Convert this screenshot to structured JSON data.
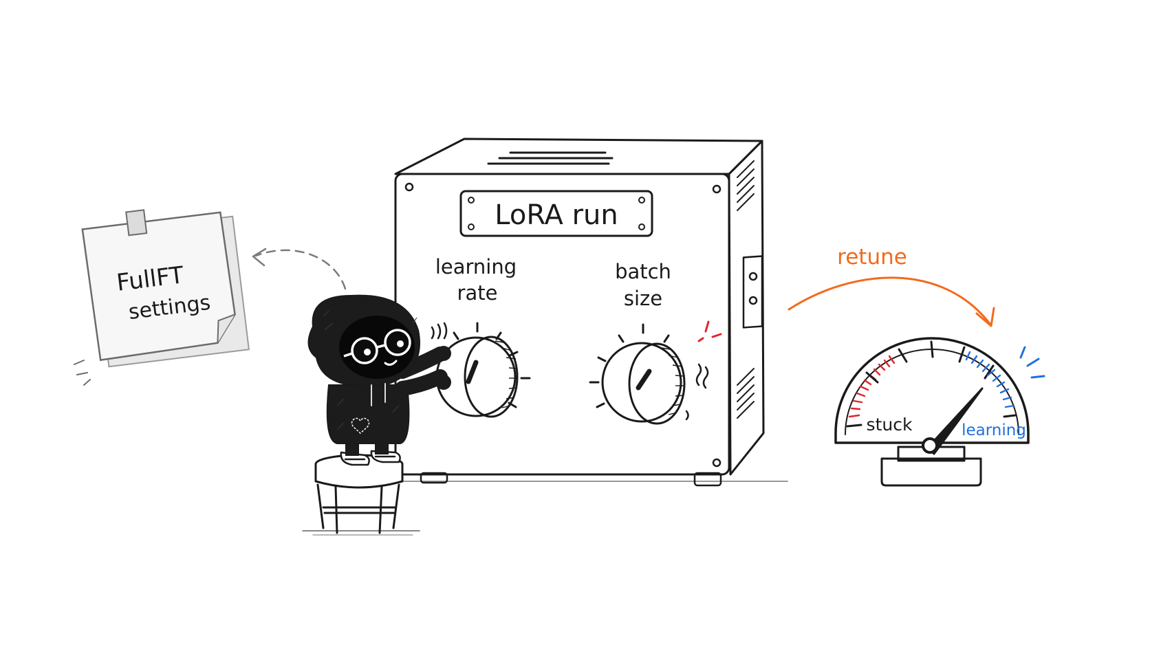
{
  "note": {
    "line1": "FullFT",
    "line2": "settings"
  },
  "machine": {
    "nameplate": "LoRA run",
    "knob1": {
      "line1": "learning",
      "line2": "rate"
    },
    "knob2": {
      "line1": "batch",
      "line2": "size"
    }
  },
  "arrow": {
    "label": "retune"
  },
  "gauge": {
    "left_label": "stuck",
    "right_label": "learning"
  },
  "colors": {
    "ink": "#1a1a1a",
    "accent_orange": "#f26a1b",
    "accent_blue": "#1f6fe0",
    "accent_red": "#e0252b",
    "note_paper": "#f7f7f7",
    "character": "#1c1c1c"
  }
}
